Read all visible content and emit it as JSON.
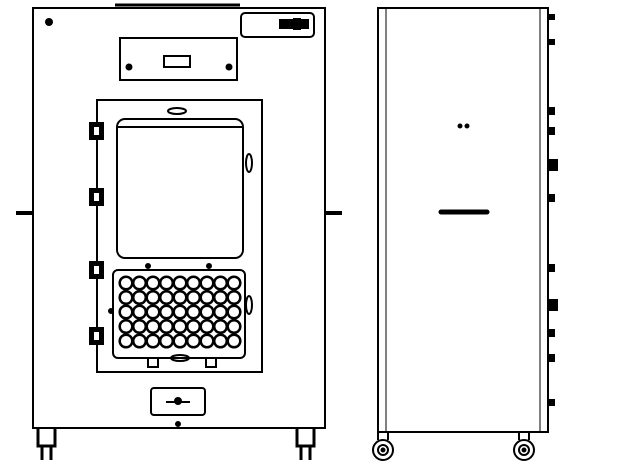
{
  "drawing": {
    "views": [
      "front",
      "side"
    ],
    "port_grid": {
      "rows": 5,
      "cols": 9
    },
    "line_color": "#000000",
    "background": "#ffffff"
  }
}
